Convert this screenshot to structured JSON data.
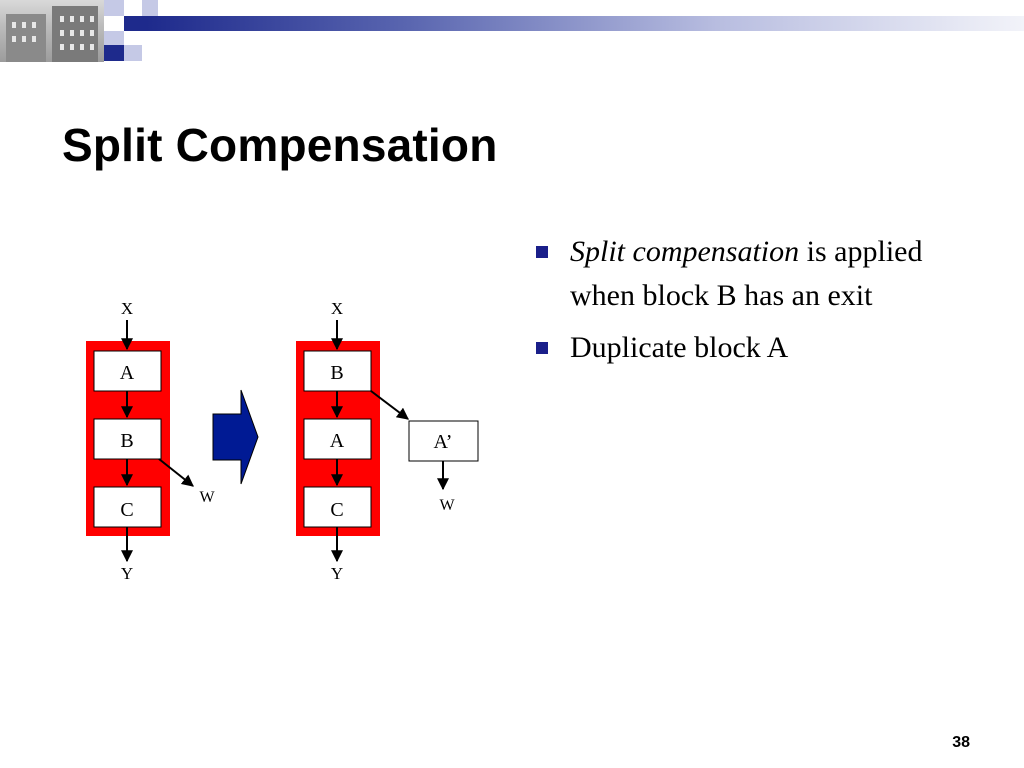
{
  "slide": {
    "title": "Split Compensation",
    "page_number": "38",
    "accent_color": "#1e2a8c",
    "bullets": [
      {
        "italic": "Split compensation",
        "rest": " is applied when block B has an exit"
      },
      {
        "italic": "",
        "rest": "Duplicate block A"
      }
    ]
  },
  "diagram": {
    "highlight_color": "#ff0000",
    "arrow_fill_color": "#001a94",
    "left": {
      "entry": "X",
      "blocks": [
        "A",
        "B",
        "C"
      ],
      "side_exit": "W",
      "bottom_exit": "Y"
    },
    "right": {
      "entry": "X",
      "blocks": [
        "B",
        "A",
        "C"
      ],
      "duplicate_block": "A’",
      "side_exit": "W",
      "bottom_exit": "Y"
    }
  }
}
